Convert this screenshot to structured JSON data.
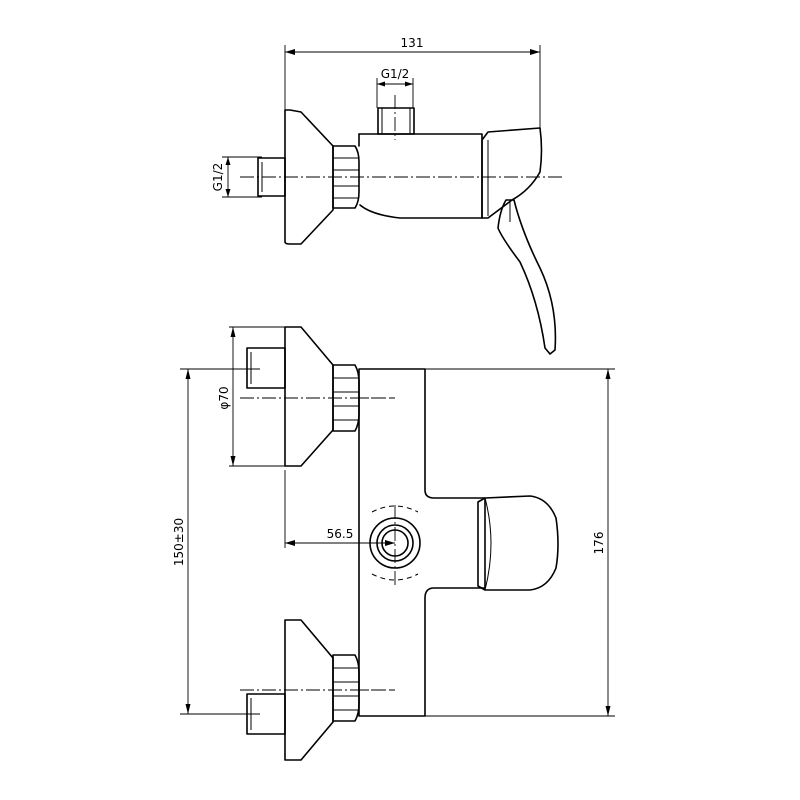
{
  "dimensions": {
    "overall_width": "131",
    "top_inlet_thread": "G1/2",
    "side_inlet_thread": "G1/2",
    "flange_diameter": "φ70",
    "center_distance": "150±30",
    "outlet_offset": "56.5",
    "overall_height": "176"
  }
}
